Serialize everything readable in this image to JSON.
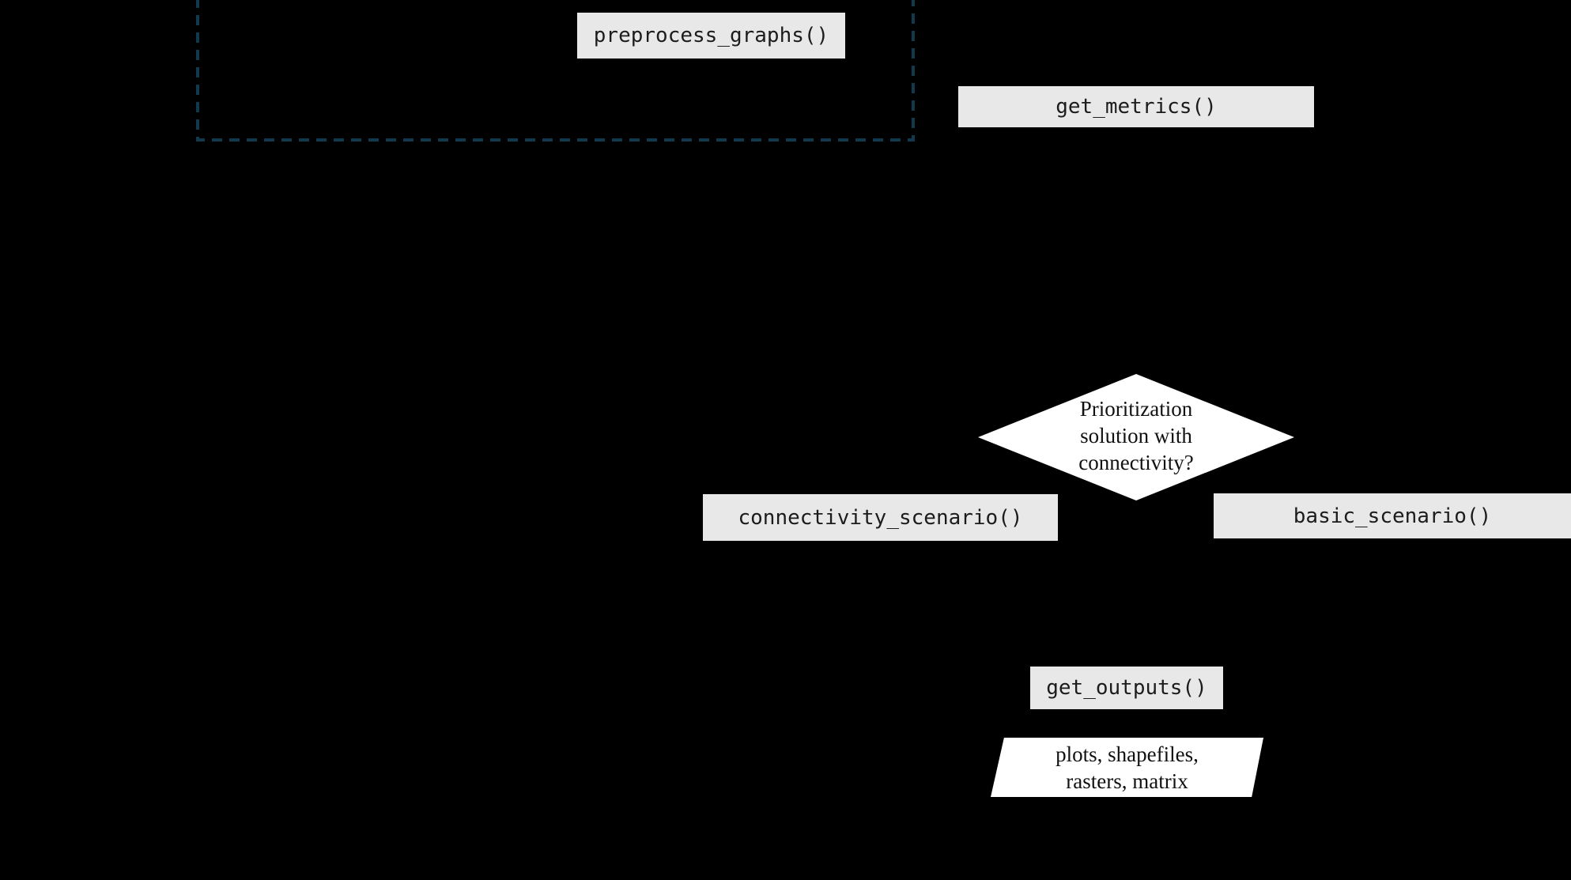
{
  "diagram": {
    "colors": {
      "background": "#000000",
      "dashed_border": "#123a4e",
      "function_box_fill": "#e8e8e8",
      "function_box_text": "#1c1c1c",
      "shape_fill": "#ffffff",
      "shape_text": "#111111"
    },
    "nodes": {
      "preprocess": {
        "label": "preprocess_graphs()"
      },
      "get_metrics": {
        "label": "get_metrics()"
      },
      "decision": {
        "lines": [
          "Prioritization",
          "solution with",
          "connectivity?"
        ]
      },
      "connectivity_scenario": {
        "label": "connectivity_scenario()"
      },
      "basic_scenario": {
        "label": "basic_scenario()"
      },
      "get_outputs": {
        "label": "get_outputs()"
      },
      "outputs": {
        "lines": [
          "plots, shapefiles,",
          "rasters, matrix"
        ]
      }
    }
  }
}
